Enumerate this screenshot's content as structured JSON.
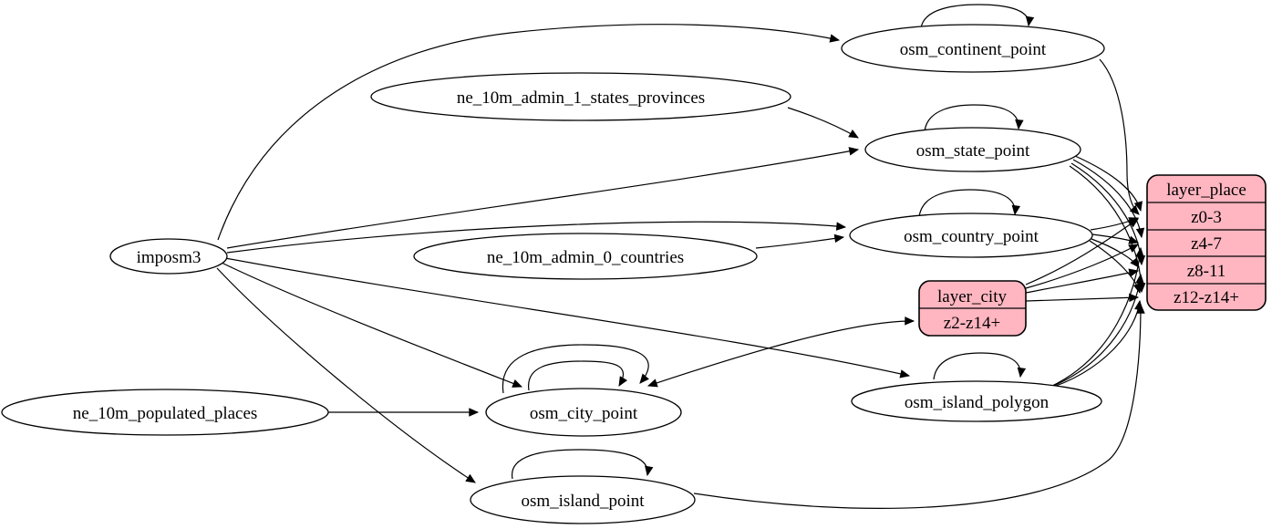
{
  "diagram": {
    "colors": {
      "background": "#ffffff",
      "layer_fill": "#ffb6c1",
      "line": "#000000"
    },
    "sources": {
      "imposm3": "imposm3",
      "ne_admin1": "ne_10m_admin_1_states_provinces",
      "ne_admin0": "ne_10m_admin_0_countries",
      "ne_places": "ne_10m_populated_places"
    },
    "tables": {
      "continent": "osm_continent_point",
      "state": "osm_state_point",
      "country": "osm_country_point",
      "city": "osm_city_point",
      "island_polygon": "osm_island_polygon",
      "island_point": "osm_island_point"
    },
    "layers": {
      "layer_city": {
        "title": "layer_city",
        "rows": [
          "z2-z14+"
        ]
      },
      "layer_place": {
        "title": "layer_place",
        "rows": [
          "z0-3",
          "z4-7",
          "z8-11",
          "z12-z14+"
        ]
      }
    },
    "edges": [
      {
        "from": "imposm3",
        "to": "osm_continent_point"
      },
      {
        "from": "imposm3",
        "to": "osm_state_point"
      },
      {
        "from": "imposm3",
        "to": "osm_country_point"
      },
      {
        "from": "imposm3",
        "to": "osm_city_point"
      },
      {
        "from": "imposm3",
        "to": "osm_island_polygon"
      },
      {
        "from": "imposm3",
        "to": "osm_island_point"
      },
      {
        "from": "ne_10m_admin_1_states_provinces",
        "to": "osm_state_point"
      },
      {
        "from": "ne_10m_admin_0_countries",
        "to": "osm_country_point"
      },
      {
        "from": "ne_10m_populated_places",
        "to": "osm_city_point"
      },
      {
        "from": "osm_continent_point",
        "to": "osm_continent_point"
      },
      {
        "from": "osm_state_point",
        "to": "osm_state_point"
      },
      {
        "from": "osm_country_point",
        "to": "osm_country_point"
      },
      {
        "from": "osm_city_point",
        "to": "osm_city_point"
      },
      {
        "from": "osm_island_polygon",
        "to": "osm_island_polygon"
      },
      {
        "from": "osm_island_point",
        "to": "osm_island_point"
      },
      {
        "from": "osm_city_point",
        "to": "layer_city:z2-z14+"
      },
      {
        "from": "osm_continent_point",
        "to": "layer_place:z0-3"
      },
      {
        "from": "osm_state_point",
        "to": "layer_place:z0-3"
      },
      {
        "from": "osm_state_point",
        "to": "layer_place:z4-7"
      },
      {
        "from": "osm_state_point",
        "to": "layer_place:z8-11"
      },
      {
        "from": "osm_state_point",
        "to": "layer_place:z12-z14+"
      },
      {
        "from": "osm_country_point",
        "to": "layer_place:z0-3"
      },
      {
        "from": "osm_country_point",
        "to": "layer_place:z4-7"
      },
      {
        "from": "osm_country_point",
        "to": "layer_place:z8-11"
      },
      {
        "from": "osm_country_point",
        "to": "layer_place:z12-z14+"
      },
      {
        "from": "layer_city",
        "to": "layer_place:z0-3"
      },
      {
        "from": "layer_city",
        "to": "layer_place:z4-7"
      },
      {
        "from": "layer_city",
        "to": "layer_place:z8-11"
      },
      {
        "from": "layer_city",
        "to": "layer_place:z12-z14+"
      },
      {
        "from": "osm_island_polygon",
        "to": "layer_place:z4-7"
      },
      {
        "from": "osm_island_polygon",
        "to": "layer_place:z8-11"
      },
      {
        "from": "osm_island_polygon",
        "to": "layer_place:z12-z14+"
      },
      {
        "from": "osm_island_point",
        "to": "layer_place:z12-z14+"
      }
    ]
  }
}
